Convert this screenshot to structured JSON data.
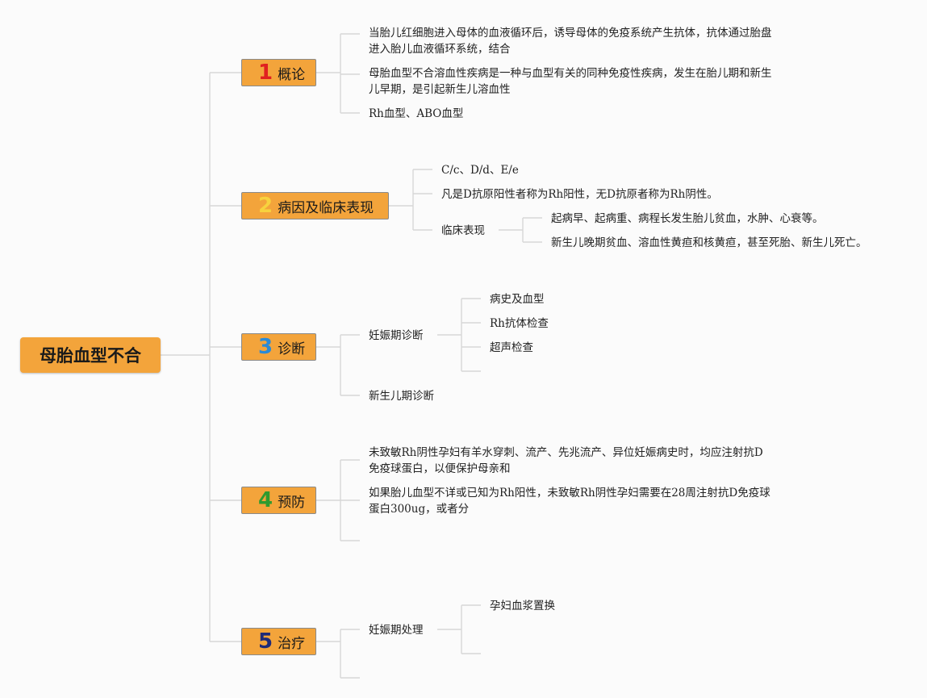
{
  "root": {
    "title": "母胎血型不合"
  },
  "topics": [
    {
      "num": "1",
      "label": "概论"
    },
    {
      "num": "2",
      "label": "病因及临床表现"
    },
    {
      "num": "3",
      "label": "诊断"
    },
    {
      "num": "4",
      "label": "预防"
    },
    {
      "num": "5",
      "label": "治疗"
    }
  ],
  "overview": {
    "item1": "当胎儿红细胞进入母体的血液循环后，诱导母体的免疫系统产生抗体，抗体通过胎盘进入胎儿血液循环系统，结合",
    "item2": "母胎血型不合溶血性疾病是一种与血型有关的同种免疫性疾病，发生在胎儿期和新生儿早期，是引起新生儿溶血性",
    "item3": "Rh血型、ABO血型"
  },
  "etiology": {
    "item1": "C/c、D/d、E/e",
    "item2": "凡是D抗原阳性者称为Rh阳性，无D抗原者称为Rh阴性。",
    "clinical": {
      "label": "临床表现",
      "item1": "起病早、起病重、病程长发生胎儿贫血，水肿、心衰等。",
      "item2": "新生儿晚期贫血、溶血性黄疸和核黄疸，甚至死胎、新生儿死亡。"
    }
  },
  "diagnosis": {
    "pregnancy": {
      "label": "妊娠期诊断",
      "item1": "病史及血型",
      "item2": "Rh抗体检查",
      "item3": "超声检查"
    },
    "newborn": "新生儿期诊断"
  },
  "prevention": {
    "item1": "未致敏Rh阴性孕妇有羊水穿刺、流产、先兆流产、异位妊娠病史时，均应注射抗D免疫球蛋白，以便保护母亲和",
    "item2": "如果胎儿血型不详或已知为Rh阳性，未致敏Rh阴性孕妇需要在28周注射抗D免疫球蛋白300ug，或者分"
  },
  "treatment": {
    "pregnancy": {
      "label": "妊娠期处理",
      "item1": "孕妇血浆置换"
    }
  }
}
